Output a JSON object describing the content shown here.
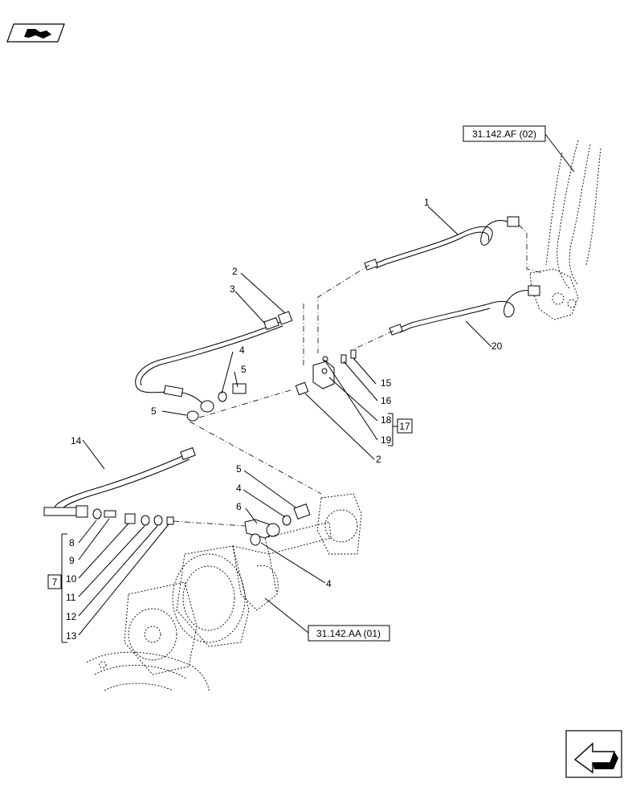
{
  "callouts": {
    "n1": "1",
    "n2a": "2",
    "n2b": "2",
    "n3": "3",
    "n4a": "4",
    "n4b": "4",
    "n4c": "4",
    "n5a": "5",
    "n5b": "5",
    "n5c": "5",
    "n6": "6",
    "n8": "8",
    "n9": "9",
    "n10": "10",
    "n11": "11",
    "n12": "12",
    "n13": "13",
    "n14": "14",
    "n15": "15",
    "n16": "16",
    "n18": "18",
    "n19": "19",
    "n20": "20"
  },
  "kits": {
    "k7": "7",
    "k17": "17"
  },
  "references": {
    "top_right": "31.142.AF (02)",
    "bottom": "31.142.AA (01)"
  },
  "icons": {
    "top_left": "book-icon",
    "bottom_right": "next-page-arrow-icon"
  }
}
